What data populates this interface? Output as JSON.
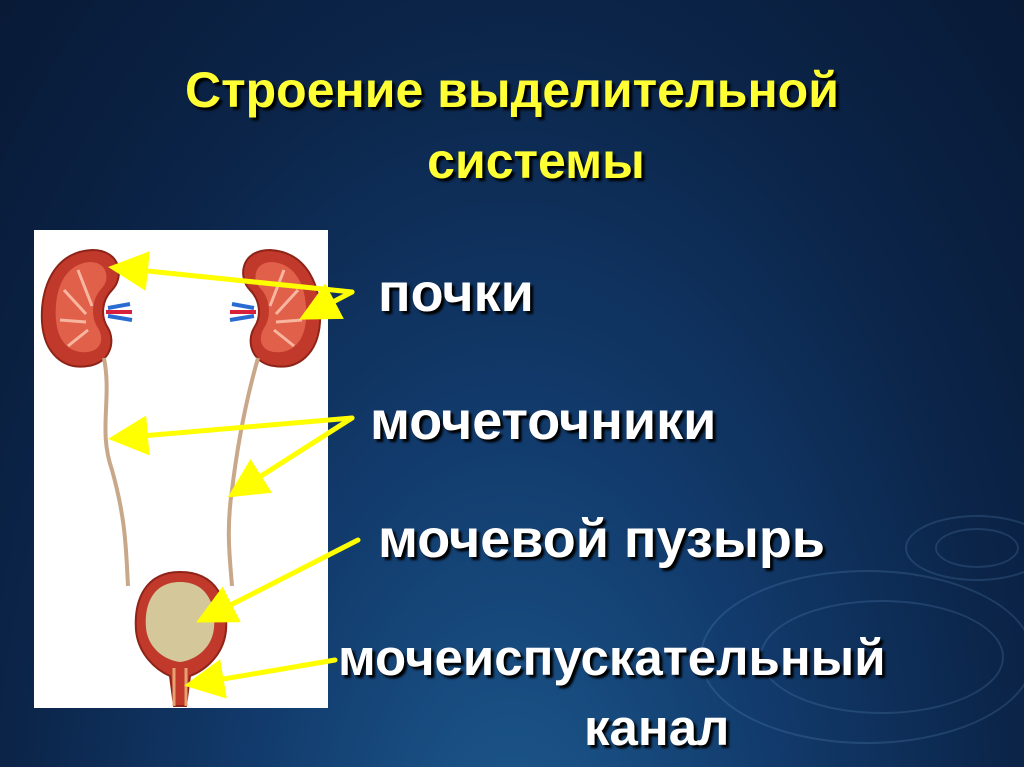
{
  "title": {
    "line1": "Строение выделительной",
    "line2": "системы"
  },
  "labels": {
    "kidneys": "почки",
    "ureters": "мочеточники",
    "bladder": "мочевой пузырь",
    "urethra_line1": "мочеиспускательный",
    "urethra_line2": "канал"
  },
  "colors": {
    "background": "#0b2448",
    "title": "#ffff33",
    "label": "#ffffff",
    "arrow": "#ffff00",
    "kidney": "#c0392b",
    "bladder": "#d4c79a"
  }
}
